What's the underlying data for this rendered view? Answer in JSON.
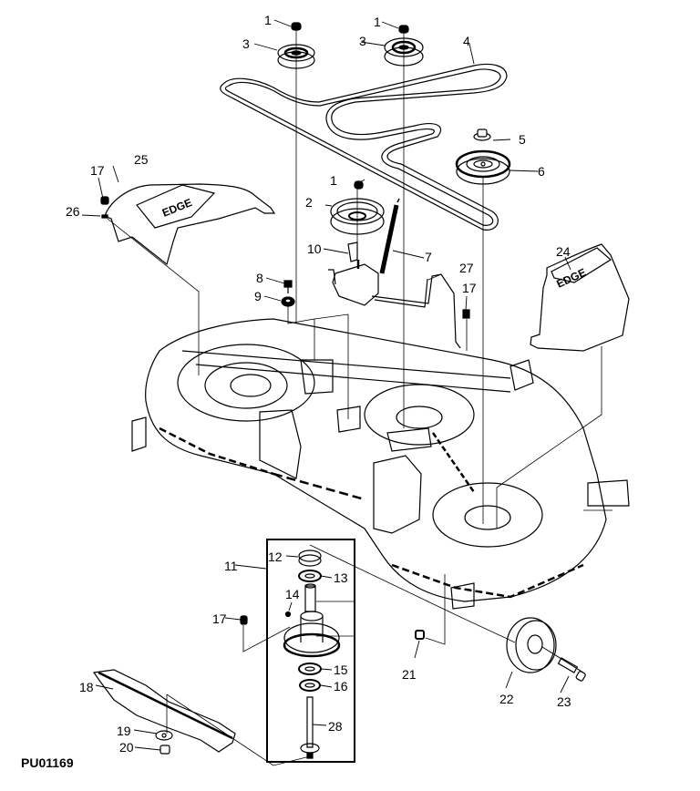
{
  "figure_id": "PU01169",
  "diagram_type": "exploded parts view - mower deck",
  "callouts": [
    {
      "id": "c1a",
      "label": "1"
    },
    {
      "id": "c3a",
      "label": "3"
    },
    {
      "id": "c1b",
      "label": "1"
    },
    {
      "id": "c3b",
      "label": "3"
    },
    {
      "id": "c4",
      "label": "4"
    },
    {
      "id": "c5",
      "label": "5"
    },
    {
      "id": "c6",
      "label": "6"
    },
    {
      "id": "c1c",
      "label": "1"
    },
    {
      "id": "c2",
      "label": "2"
    },
    {
      "id": "c17a",
      "label": "17"
    },
    {
      "id": "c25",
      "label": "25"
    },
    {
      "id": "c26",
      "label": "26"
    },
    {
      "id": "c10",
      "label": "10"
    },
    {
      "id": "c7",
      "label": "7"
    },
    {
      "id": "c8",
      "label": "8"
    },
    {
      "id": "c9",
      "label": "9"
    },
    {
      "id": "c27",
      "label": "27"
    },
    {
      "id": "c17b",
      "label": "17"
    },
    {
      "id": "c24",
      "label": "24"
    },
    {
      "id": "c11",
      "label": "11"
    },
    {
      "id": "c12",
      "label": "12"
    },
    {
      "id": "c13",
      "label": "13"
    },
    {
      "id": "c14",
      "label": "14"
    },
    {
      "id": "c17c",
      "label": "17"
    },
    {
      "id": "c15",
      "label": "15"
    },
    {
      "id": "c16",
      "label": "16"
    },
    {
      "id": "c28",
      "label": "28"
    },
    {
      "id": "c18",
      "label": "18"
    },
    {
      "id": "c19",
      "label": "19"
    },
    {
      "id": "c20",
      "label": "20"
    },
    {
      "id": "c21",
      "label": "21"
    },
    {
      "id": "c22",
      "label": "22"
    },
    {
      "id": "c23",
      "label": "23"
    }
  ],
  "parts": {
    "nut": "1",
    "idler_pulley_flat": "2",
    "idler_pulley_v": "3",
    "belt": "4",
    "flange_nut": "5",
    "spindle_pulley": "6",
    "spring": "7",
    "bolt": "8",
    "washer": "9",
    "idler_arm": "10",
    "spindle_assembly": "11",
    "spindle_cap": "12",
    "upper_bearing": "13",
    "spacer": "14",
    "lower_bearing": "15",
    "seal": "16",
    "screw": "17",
    "blade": "18",
    "blade_washer": "19",
    "blade_nut": "20",
    "wheel_nut": "21",
    "gauge_wheel": "22",
    "wheel_bolt": "23",
    "right_shield": "24",
    "left_shield": "25",
    "shield_washer": "26",
    "rod": "27",
    "spindle_shaft": "28"
  },
  "decal_text": "EDGE"
}
